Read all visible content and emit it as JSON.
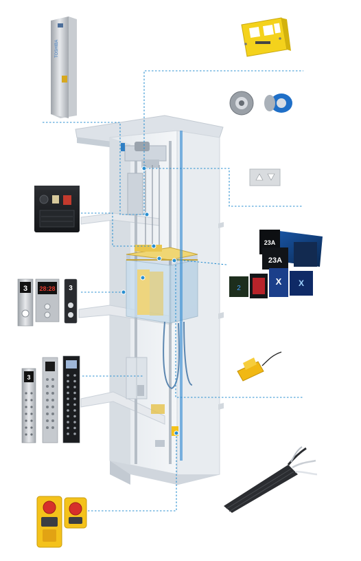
{
  "colors": {
    "leader": "#2a8fd0",
    "shaft_light": "#eef1f4",
    "shaft_mid": "#dfe4ea",
    "shaft_dark": "#c9d0d8",
    "car_yellow": "#e9c64f",
    "glass": "#cfe3f1",
    "safety_yellow": "#f4c21b",
    "safety_red": "#d6302b",
    "panel_steel": "#b9bdc2",
    "panel_black": "#1d1f22",
    "display_red": "#e23a2e"
  },
  "components": {
    "control_cabinet": {
      "icon": "control-cabinet-icon",
      "brand": "TOSHIBA"
    },
    "emergency_unit": {
      "icon": "emergency-power-unit-icon"
    },
    "encoders": {
      "icon": "rotary-encoder-icon"
    },
    "machine_controller": {
      "icon": "inverter-controller-icon"
    },
    "landing_push_button": {
      "icon": "landing-push-button-icon"
    },
    "hall_indicators": {
      "icon": "hall-position-indicator-icon",
      "left_floor": "3",
      "center_digits": "28:28",
      "right_floor": "3"
    },
    "lcd_displays": {
      "icon": "lcd-floor-display-icon",
      "display_1": "23A",
      "display_2": "23A",
      "display_3": "X",
      "display_4": "X",
      "display_5": "2"
    },
    "car_operating_panels": {
      "icon": "car-operating-panel-icon",
      "floor": "3"
    },
    "door_sensor": {
      "icon": "magnetic-door-sensor-icon"
    },
    "travelling_cable": {
      "icon": "travelling-cable-icon"
    },
    "inspection_box": {
      "icon": "pit-inspection-box-icon"
    },
    "elevator_shaft": {
      "icon": "elevator-shaft-cutaway-icon"
    }
  }
}
